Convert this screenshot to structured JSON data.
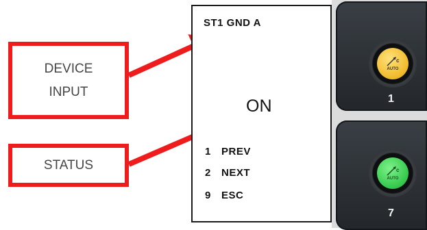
{
  "callouts": {
    "device_input": {
      "line1": "DEVICE",
      "line2": "INPUT"
    },
    "status": "STATUS"
  },
  "screen": {
    "header": "ST1 GND A",
    "state": "ON",
    "options": [
      {
        "key": "1",
        "label": "PREV"
      },
      {
        "key": "2",
        "label": "NEXT"
      },
      {
        "key": "9",
        "label": "ESC"
      }
    ]
  },
  "panel": {
    "buttons": [
      {
        "number": "1",
        "cap_label": "AUTO",
        "cap_color": "#f0b92a"
      },
      {
        "number": "7",
        "cap_label": "AUTO",
        "cap_color": "#33c94b"
      }
    ]
  },
  "colors": {
    "callout_red": "#ee1c1c",
    "arrow_red": "#ee1c1c"
  }
}
